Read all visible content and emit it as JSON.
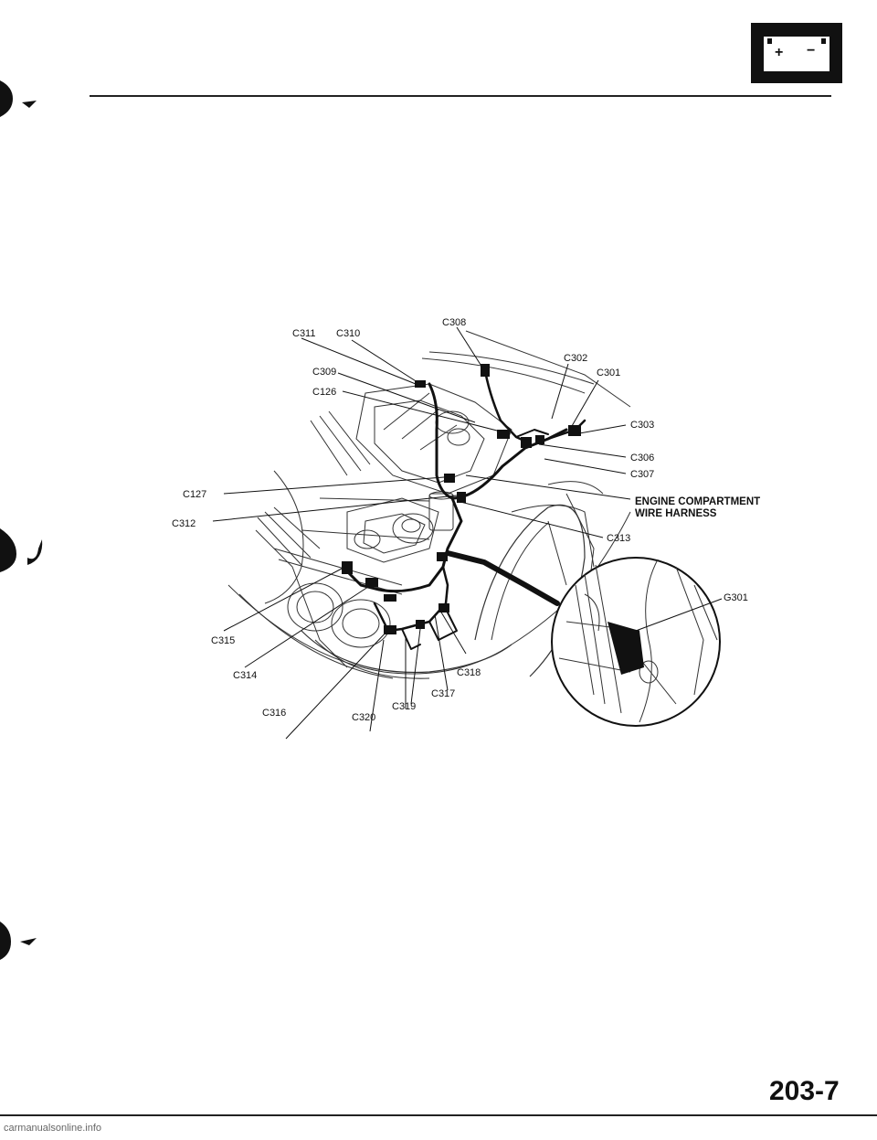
{
  "page": {
    "number": "203-7",
    "footer_watermark": "carmanualsonline.info"
  },
  "icon": {
    "name": "battery-icon",
    "plus": "+",
    "minus": "−"
  },
  "diagram": {
    "connectors": {
      "c311": "C311",
      "c310": "C310",
      "c308": "C308",
      "c302": "C302",
      "c301": "C301",
      "c309": "C309",
      "c126": "C126",
      "c303": "C303",
      "c306": "C306",
      "c307": "C307",
      "c127": "C127",
      "c312": "C312",
      "c313": "C313",
      "c315": "C315",
      "c314": "C314",
      "c318": "C318",
      "c317": "C317",
      "c316": "C316",
      "c319": "C319",
      "c320": "C320"
    },
    "ground": {
      "g301": "G301"
    },
    "harness": {
      "line1": "ENGINE COMPARTMENT",
      "line2": "WIRE HARNESS"
    }
  }
}
